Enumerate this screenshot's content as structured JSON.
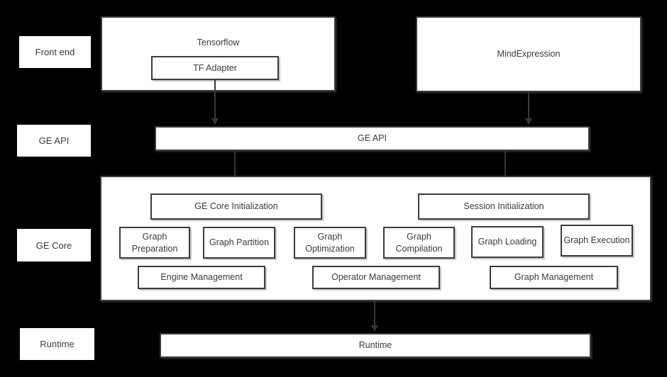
{
  "colors": {
    "background": "#000000",
    "box_fill": "#ffffff",
    "box_border": "#3c3c3c",
    "text": "#3b3b3b",
    "arrow": "#383838"
  },
  "side_labels": [
    "Front end",
    "GE API",
    "GE Core",
    "Runtime"
  ],
  "front_end": {
    "tensorflow": "Tensorflow",
    "tf_adapter": "TF Adapter",
    "mind_expression": "MindExpression"
  },
  "ge_api": {
    "label": "GE API"
  },
  "ge_core": {
    "initialization": [
      "GE Core Initialization",
      "Session Initialization"
    ],
    "modules": [
      "Graph Preparation",
      "Graph Partition",
      "Graph Optimization",
      "Graph Compilation",
      "Graph Loading",
      "Graph Execution"
    ],
    "management": [
      "Engine Management",
      "Operator Management",
      "Graph Management"
    ]
  },
  "runtime": {
    "label": "Runtime"
  }
}
